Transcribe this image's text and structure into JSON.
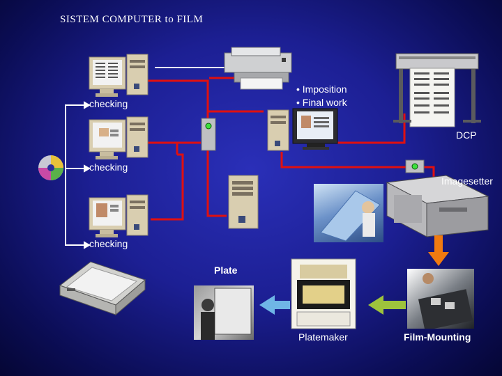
{
  "title": "SISTEM COMPUTER to FILM",
  "labels": {
    "checking_1": "checking",
    "checking_2": "checking",
    "checking_3": "checking",
    "bullet_1": "• Imposition",
    "bullet_2": "• Final work",
    "dcp": "DCP",
    "imagesetter": "Imagesetter",
    "plate": "Plate",
    "platemaker": "Platemaker",
    "film_mounting": "Film-Mounting"
  },
  "colors": {
    "cable": "#e01010",
    "link": "#ffffff",
    "beige": "#d9ceb0",
    "arrow_orange": "#f07a10",
    "arrow_blue": "#6fb6e6",
    "arrow_green": "#9ec33c"
  }
}
